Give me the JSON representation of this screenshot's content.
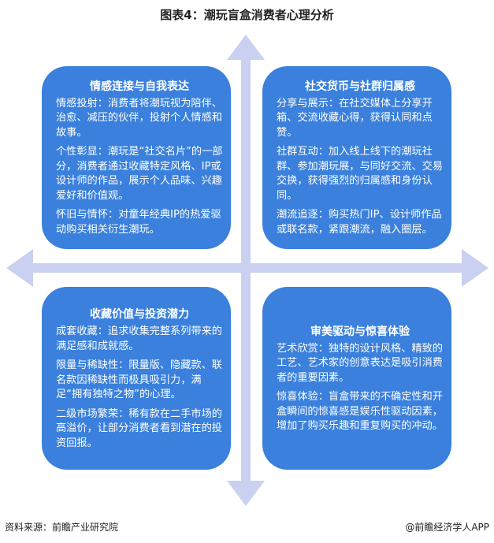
{
  "title": "图表4：潮玩盲盒消费者心理分析",
  "quadrants": {
    "top_left": {
      "heading": "情感连接与自我表达",
      "points": [
        "情感投射：消费者将潮玩视为陪伴、治愈、减压的伙伴，投射个人情感和故事。",
        "个性彰显：潮玩是“社交名片”的一部分，消费者通过收藏特定风格、IP或设计师的作品，展示个人品味、兴趣爱好和价值观。",
        "怀旧与情怀：对童年经典IP的热爱驱动购买相关衍生潮玩。"
      ]
    },
    "top_right": {
      "heading": "社交货币与社群归属感",
      "points": [
        "分享与展示：在社交媒体上分享开箱、交流收藏心得，获得认同和点赞。",
        "社群互动：加入线上线下的潮玩社群、参加潮玩展，与同好交流、交易交换，获得强烈的归属感和身份认同。",
        "潮流追逐：购买热门IP、设计师作品或联名款，紧跟潮流，融入圈层。"
      ]
    },
    "bottom_left": {
      "heading": "收藏价值与投资潜力",
      "points": [
        "成套收藏：追求收集完整系列带来的满足感和成就感。",
        "限量与稀缺性：限量版、隐藏款、联名款因稀缺性而极具吸引力，满足“拥有独特之物”的心理。",
        "二级市场繁荣：稀有款在二手市场的高溢价，让部分消费者看到潜在的投资回报。"
      ]
    },
    "bottom_right": {
      "heading": "审美驱动与惊喜体验",
      "points": [
        "艺术欣赏：独特的设计风格、精致的工艺、艺术家的创意表达是吸引消费者的重要因素。",
        "惊喜体验：盲盒带来的不确定性和开盒瞬间的惊喜感是娱乐性驱动因素，增加了购买乐趣和重复购买的冲动。"
      ]
    }
  },
  "footer": {
    "source": "资料来源：前瞻产业研究院",
    "credit": "@前瞻经济学人APP"
  },
  "colors": {
    "box": "#3a80dc",
    "arrow": "#c9d0f0"
  }
}
